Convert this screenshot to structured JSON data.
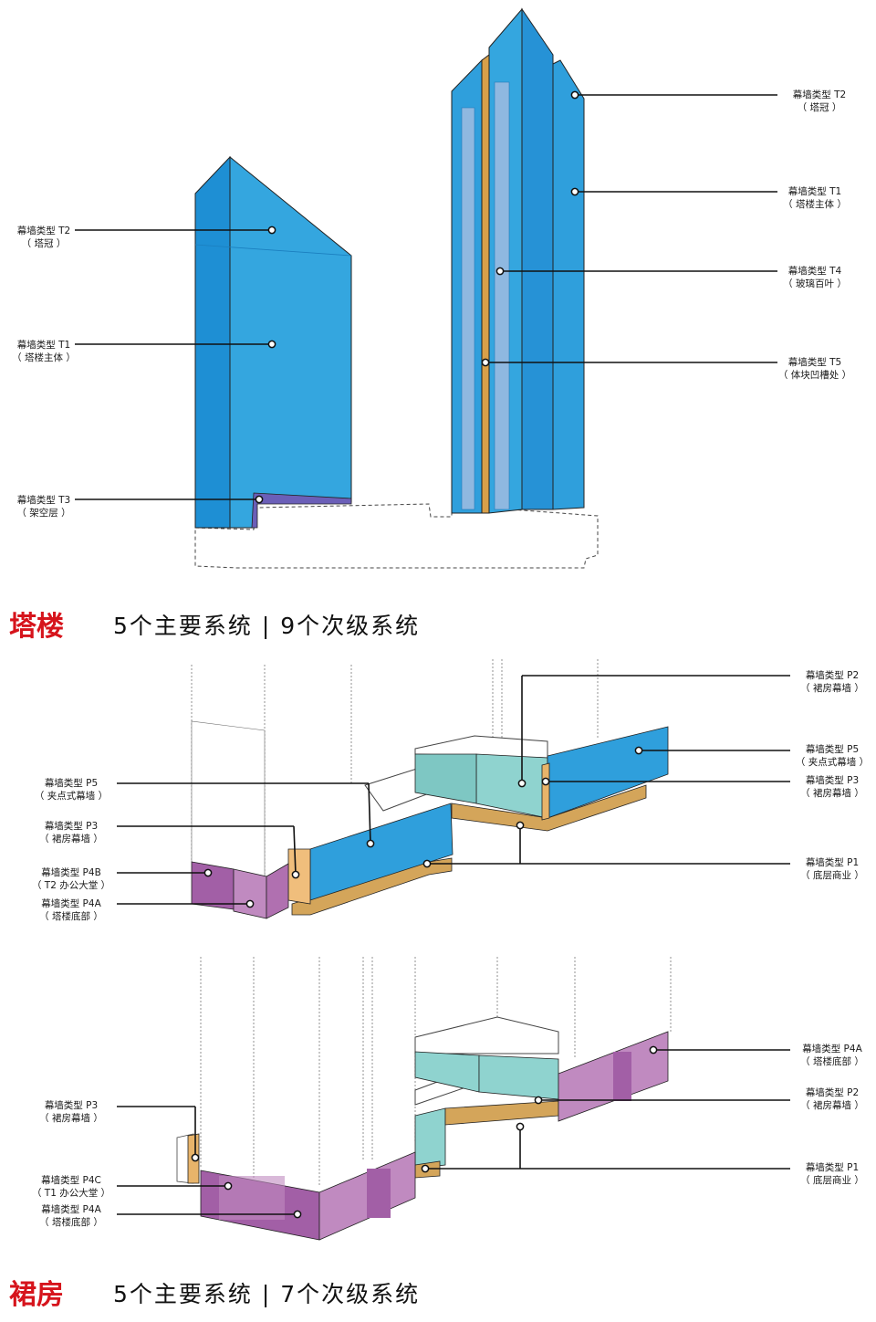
{
  "colors": {
    "tower_blue": "#2f9fdc",
    "tower_blue_dark": "#1e8fd4",
    "fin_gold": "#d8a04a",
    "podium_teal": "#8fd3cf",
    "podium_purple": "#c08ac0",
    "podium_purple_dark": "#a25fa6",
    "base_tan": "#d4a55a",
    "section_red": "#d6141c"
  },
  "tower": {
    "title": "塔楼",
    "subtitle": "5个主要系统 | 9个次级系统",
    "left_callouts": [
      {
        "name": "幕墙类型 T2",
        "desc": "（ 塔冠 ）"
      },
      {
        "name": "幕墙类型 T1",
        "desc": "（ 塔楼主体 ）"
      },
      {
        "name": "幕墙类型 T3",
        "desc": "（ 架空层 ）"
      }
    ],
    "right_callouts": [
      {
        "name": "幕墙类型 T2",
        "desc": "（ 塔冠 ）"
      },
      {
        "name": "幕墙类型 T1",
        "desc": "（ 塔楼主体 ）"
      },
      {
        "name": "幕墙类型 T4",
        "desc": "（ 玻璃百叶 ）"
      },
      {
        "name": "幕墙类型 T5",
        "desc": "（ 体块凹槽处 ）"
      }
    ]
  },
  "podium_upper": {
    "left_callouts": [
      {
        "name": "幕墙类型 P5",
        "desc": "（ 夹点式幕墙 ）"
      },
      {
        "name": "幕墙类型 P3",
        "desc": "（ 裙房幕墙 ）"
      },
      {
        "name": "幕墙类型 P4B",
        "desc": "（ T2 办公大堂 ）"
      },
      {
        "name": "幕墙类型 P4A",
        "desc": "（ 塔楼底部 ）"
      }
    ],
    "right_callouts": [
      {
        "name": "幕墙类型 P2",
        "desc": "（ 裙房幕墙 ）"
      },
      {
        "name": "幕墙类型 P5",
        "desc": "（ 夹点式幕墙 ）"
      },
      {
        "name": "幕墙类型 P3",
        "desc": "（ 裙房幕墙 ）"
      },
      {
        "name": "幕墙类型 P1",
        "desc": "（ 底层商业 ）"
      }
    ]
  },
  "podium_lower": {
    "title": "裙房",
    "subtitle": "5个主要系统 | 7个次级系统",
    "left_callouts": [
      {
        "name": "幕墙类型 P3",
        "desc": "（ 裙房幕墙 ）"
      },
      {
        "name": "幕墙类型 P4C",
        "desc": "（ T1 办公大堂 ）"
      },
      {
        "name": "幕墙类型 P4A",
        "desc": "（ 塔楼底部 ）"
      }
    ],
    "right_callouts": [
      {
        "name": "幕墙类型 P4A",
        "desc": "（ 塔楼底部 ）"
      },
      {
        "name": "幕墙类型 P2",
        "desc": "（ 裙房幕墙 ）"
      },
      {
        "name": "幕墙类型 P1",
        "desc": "（ 底层商业 ）"
      }
    ]
  }
}
